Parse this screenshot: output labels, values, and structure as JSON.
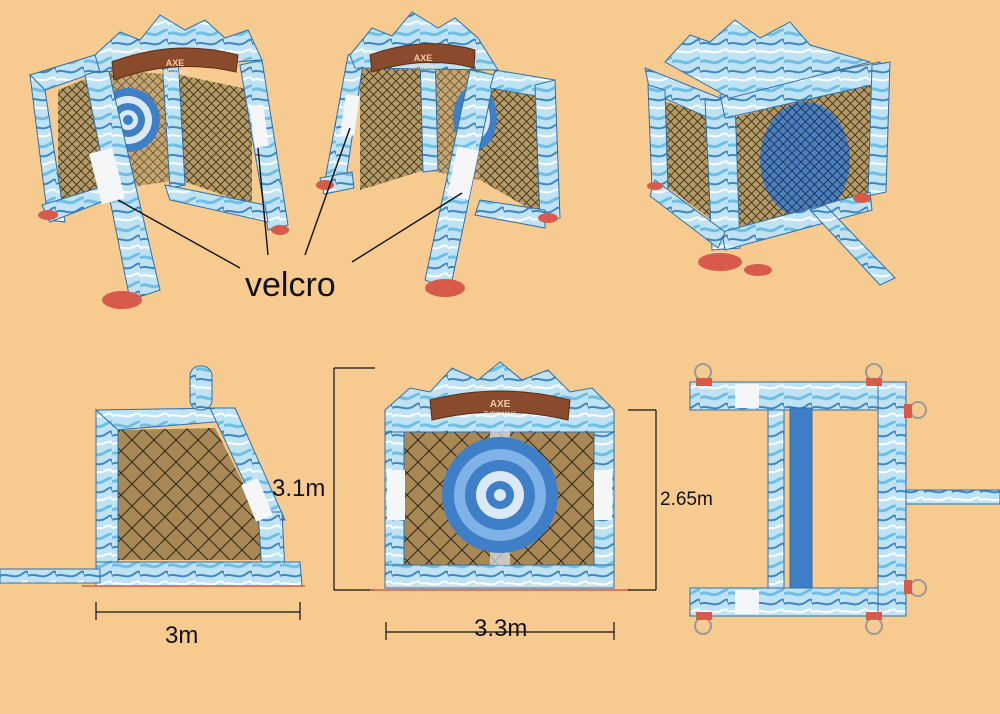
{
  "background_color": "#f7cb90",
  "colors": {
    "tube_light": "#bfe3f4",
    "tube_mid": "#6fbfe6",
    "tube_dark": "#3e86c4",
    "tube_outline": "#2f6fa6",
    "net": "#b59a64",
    "banner": "#8a4a2c",
    "target_dark": "#3f7fc7",
    "target_mid": "#7fb2e6",
    "target_light": "#dbe9f7",
    "strap": "#f4f6f8",
    "line": "#111111"
  },
  "labels": {
    "velcro": "velcro",
    "height_total": "3.1m",
    "height_net": "2.65m",
    "depth": "3m",
    "width": "3.3m",
    "banner_title": "AXE",
    "banner_subtitle": "THROWING"
  },
  "views": [
    "front-left-3d",
    "front-right-3d",
    "rear-3d",
    "side",
    "front",
    "top"
  ]
}
